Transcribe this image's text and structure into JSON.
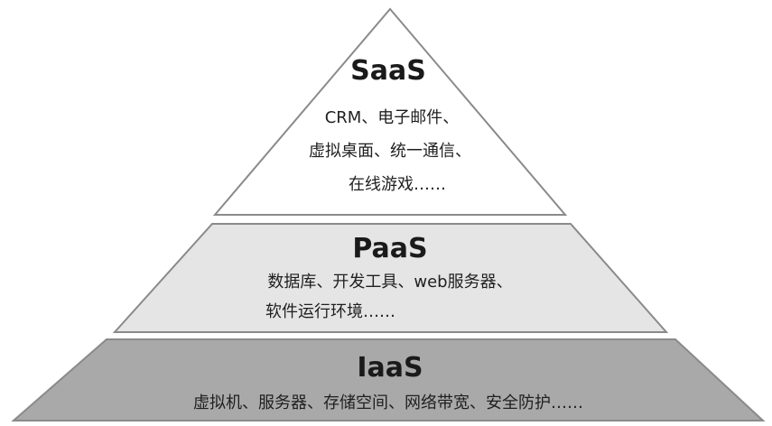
{
  "layers": [
    {
      "name": "SaaS",
      "lines": [
        "CRM、电子邮件、",
        "虚拟桌面、统一通信、",
        "在线游戏……"
      ],
      "fill": "#ffffff"
    },
    {
      "name": "PaaS",
      "lines": [
        "数据库、开发工具、web服务器、",
        "软件运行环境……"
      ],
      "fill": "#e5e5e5"
    },
    {
      "name": "IaaS",
      "lines": [
        "虚拟机、服务器、存储空间、网络带宽、安全防护……"
      ],
      "fill": "#a9a9a9"
    }
  ]
}
